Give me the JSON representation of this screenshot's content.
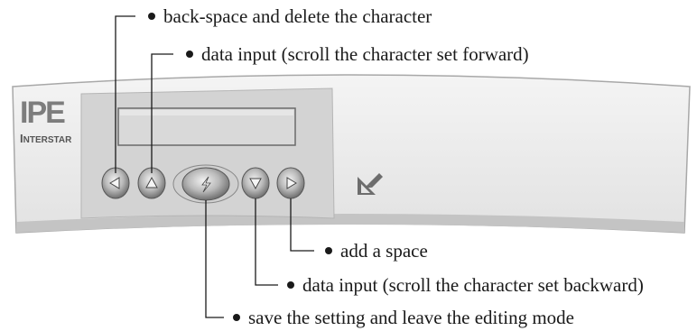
{
  "device": {
    "logo": {
      "mark": "IPE",
      "brand_first": "I",
      "brand_rest": "NTERSTAR"
    },
    "buttons": [
      {
        "id": "left",
        "icon": "arrow-left-icon"
      },
      {
        "id": "up",
        "icon": "arrow-up-icon"
      },
      {
        "id": "center",
        "icon": "lightning-icon"
      },
      {
        "id": "down",
        "icon": "arrow-down-icon"
      },
      {
        "id": "right",
        "icon": "arrow-right-icon"
      }
    ],
    "side_icon": "edit-checkbox-icon"
  },
  "callouts": [
    {
      "id": "backspace",
      "text": "back-space and delete the character"
    },
    {
      "id": "scroll-forward",
      "text": "data input (scroll the character set forward)"
    },
    {
      "id": "space",
      "text": "add a space"
    },
    {
      "id": "scroll-backward",
      "text": "data input (scroll the character set backward)"
    },
    {
      "id": "save",
      "text": "save the setting and leave the editing mode"
    }
  ],
  "colors": {
    "panel": "#ebebeb",
    "panel_edge": "#a8a8a8",
    "bezel": "#cfcfcf",
    "lcd": "#d9d9d9",
    "line": "#1a1a1a"
  }
}
